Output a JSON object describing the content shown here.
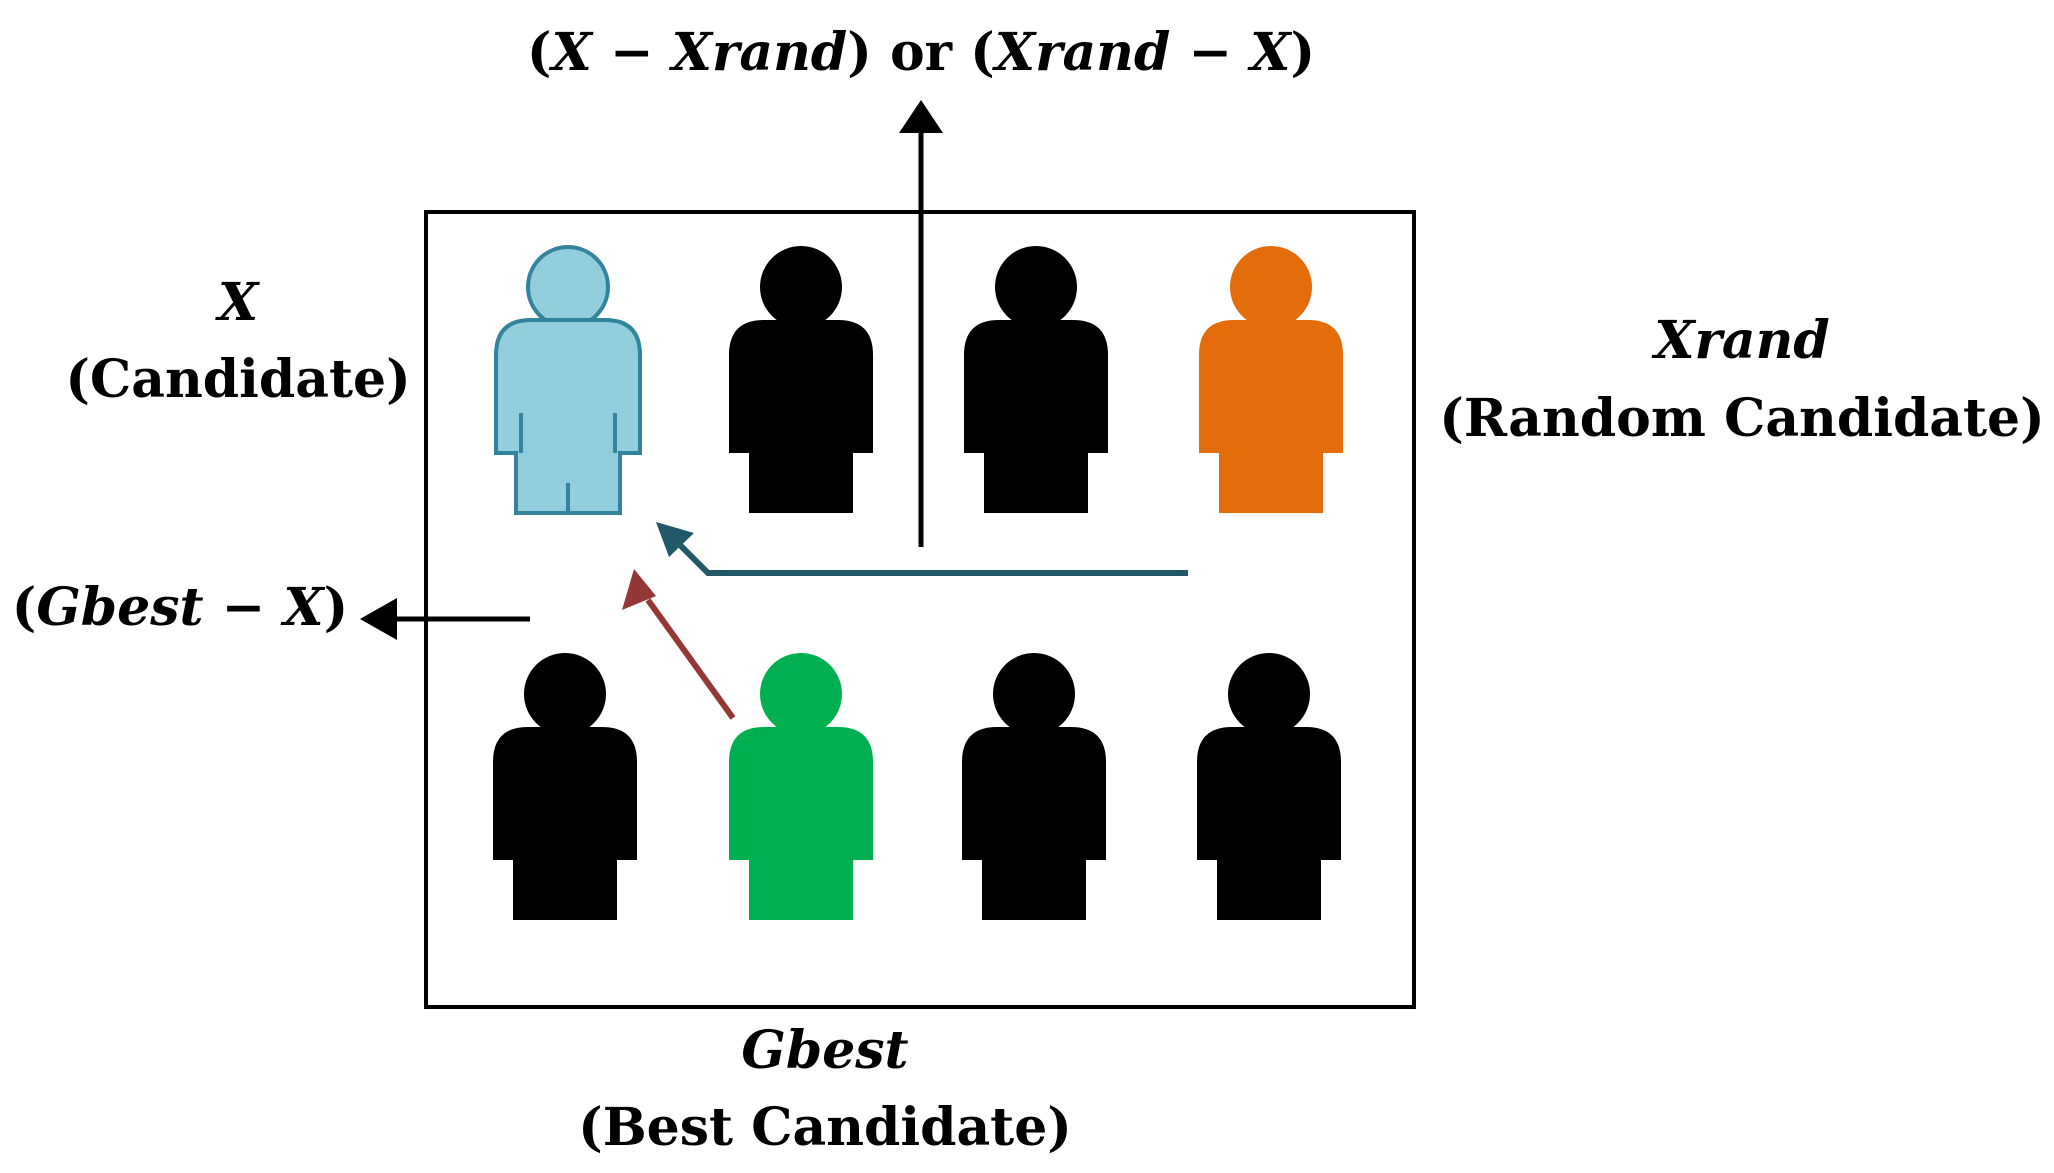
{
  "top_label": {
    "open1": "(",
    "x1": "X",
    "minus1": " − ",
    "xrand1": "Xrand",
    "mid": ") or (",
    "xrand2": "Xrand",
    "minus2": " − ",
    "x2": "X",
    "close": ")"
  },
  "candidate": {
    "symbol": "X",
    "caption": "(Candidate)"
  },
  "random_candidate": {
    "symbol": "Xrand",
    "caption": "(Random Candidate)"
  },
  "gbest_vector": {
    "open": "(",
    "gbest": "Gbest",
    "minus": " − ",
    "x": "X",
    "close": ")"
  },
  "best_candidate": {
    "symbol": "Gbest",
    "caption": "(Best Candidate)"
  },
  "people": [
    {
      "role": "candidate",
      "color": "#92CDDC",
      "outline": "#31849B"
    },
    {
      "role": "other",
      "color": "#000000"
    },
    {
      "role": "other",
      "color": "#000000"
    },
    {
      "role": "random-candidate",
      "color": "#E46C0A"
    },
    {
      "role": "other",
      "color": "#000000"
    },
    {
      "role": "best-candidate",
      "color": "#00B050"
    },
    {
      "role": "other",
      "color": "#000000"
    },
    {
      "role": "other",
      "color": "#000000"
    }
  ],
  "colors": {
    "random_arrow": "#215968",
    "best_arrow": "#953735",
    "axis_arrow": "#000000"
  }
}
